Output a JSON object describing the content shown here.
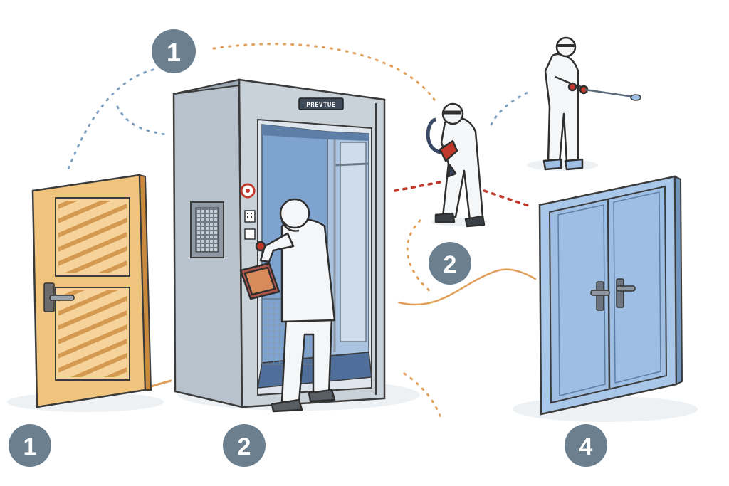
{
  "badges": [
    {
      "id": "badge-top-1",
      "label": "1"
    },
    {
      "id": "badge-mid-2",
      "label": "2"
    },
    {
      "id": "badge-bottom-1",
      "label": "1"
    },
    {
      "id": "badge-bottom-2",
      "label": "2"
    },
    {
      "id": "badge-bottom-4",
      "label": "4"
    }
  ],
  "booth": {
    "sign": "PREVTUE"
  },
  "colors": {
    "badge": "#6b7f8e",
    "wood": "#f0c47c",
    "wood_dark": "#c98a3e",
    "booth": "#b8c2cc",
    "booth_dark": "#7e8a96",
    "glass": "#7ea3cf",
    "steel_door": "#9ebee3",
    "path_orange": "#e0a05a",
    "path_blue": "#7d9fc0",
    "path_red": "#c0392b",
    "suit": "#f4f6f8"
  },
  "icons": [
    "wooden-door-icon",
    "decon-booth-icon",
    "worker-in-booth-icon",
    "vacuum-worker-icon",
    "sprayer-worker-icon",
    "steel-double-door-icon"
  ]
}
